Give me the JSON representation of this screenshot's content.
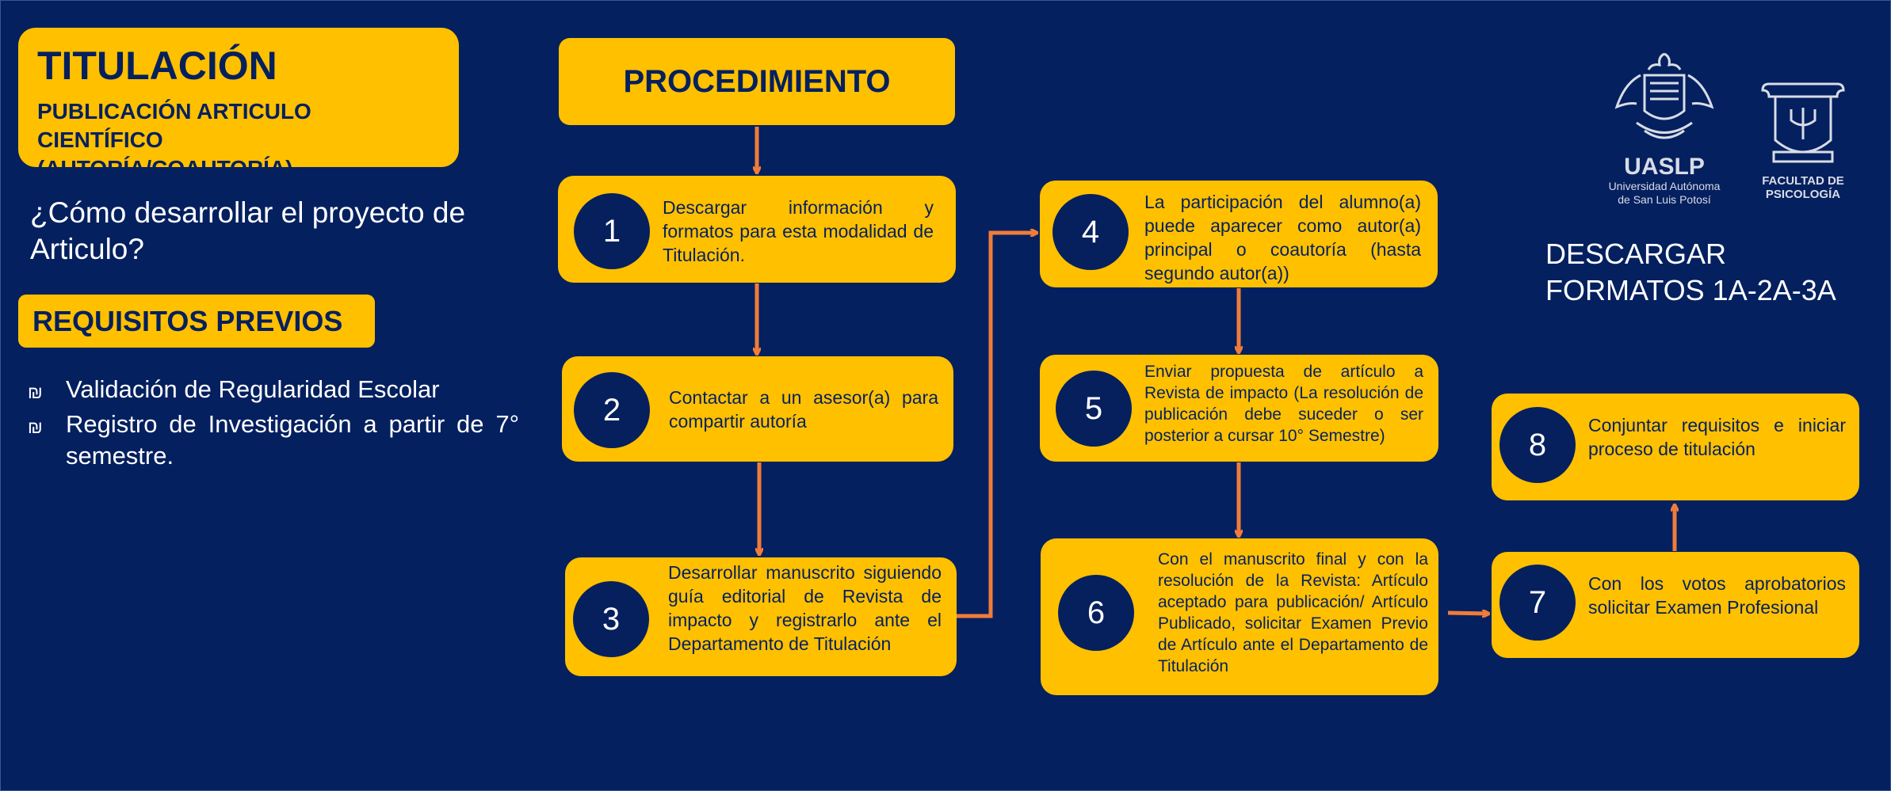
{
  "title": "TITULACIÓN",
  "subtitle_line1": "PUBLICACIÓN ARTICULO CIENTÍFICO",
  "subtitle_line2": "(AUTORÍA/COAUTORÍA)",
  "question": "¿Cómo desarrollar el proyecto de Articulo?",
  "requirements": {
    "heading": "REQUISITOS PREVIOS",
    "items": [
      "Validación de Regularidad Escolar",
      "Registro de Investigación a partir de 7° semestre."
    ]
  },
  "procedure_label": "PROCEDIMIENTO",
  "steps": [
    {
      "number": "1",
      "text": "Descargar información y formatos para esta modalidad de Titulación."
    },
    {
      "number": "2",
      "text": "Contactar a un asesor(a) para compartir autoría"
    },
    {
      "number": "3",
      "text": "Desarrollar manuscrito siguiendo guía editorial de Revista de impacto y registrarlo ante el Departamento de Titulación"
    },
    {
      "number": "4",
      "text": "La participación del alumno(a) puede aparecer como autor(a) principal o coautoría (hasta segundo autor(a))"
    },
    {
      "number": "5",
      "text": "Enviar propuesta de artículo a Revista de impacto (La resolución de publicación debe suceder o ser posterior a cursar 10° Semestre)"
    },
    {
      "number": "6",
      "text": "Con el manuscrito final y con la resolución de la Revista: Artículo aceptado para publicación/ Artículo Publicado, solicitar Examen Previo de Artículo ante el Departamento de Titulación"
    },
    {
      "number": "7",
      "text": "Con los votos aprobatorios solicitar Examen Profesional"
    },
    {
      "number": "8",
      "text": "Conjuntar requisitos e iniciar proceso de titulación"
    }
  ],
  "download_link": "DESCARGAR FORMATOS 1A-2A-3A",
  "logos": {
    "uaslp": {
      "acronym": "UASLP",
      "name_line1": "Universidad Autónoma",
      "name_line2": "de San Luis Potosí"
    },
    "faculty": {
      "line1": "FACULTAD DE",
      "line2": "PSICOLOGÍA"
    }
  },
  "colors": {
    "background": "#04205f",
    "box": "#ffc000",
    "arrow": "#f07c3a",
    "circle": "#06205e"
  }
}
